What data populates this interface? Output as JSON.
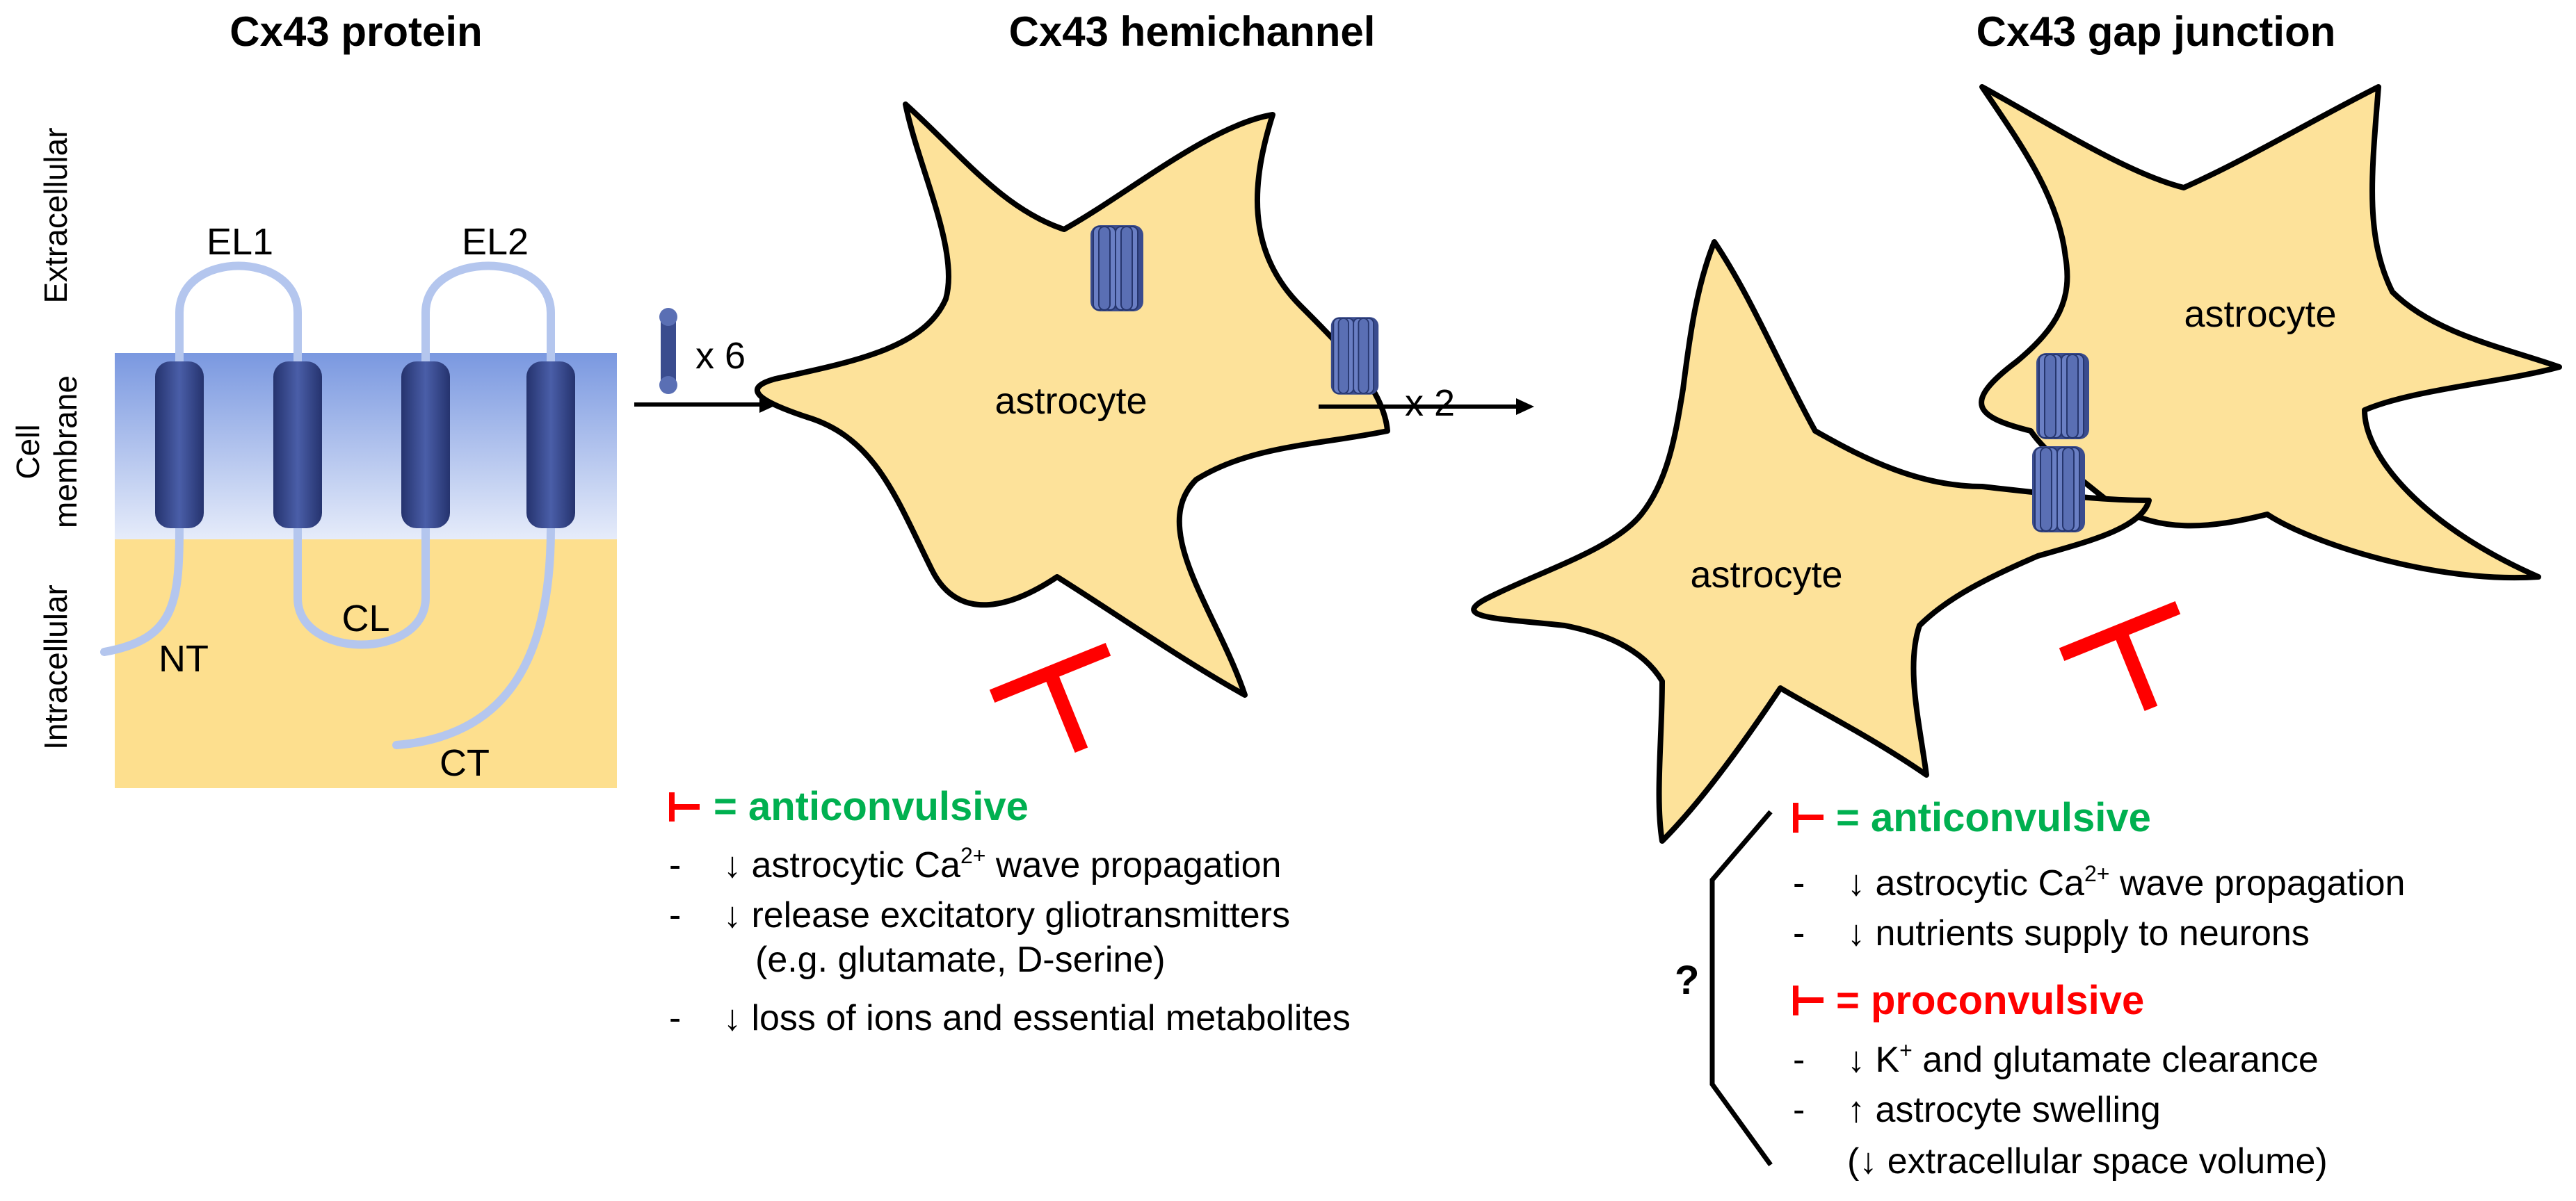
{
  "titles": {
    "protein": "Cx43 protein",
    "hemichannel": "Cx43 hemichannel",
    "gap_junction": "Cx43 gap junction"
  },
  "regions": {
    "extracellular": "Extracellular",
    "cell": "Cell",
    "membrane": "membrane",
    "intracellular": "Intracellular"
  },
  "protein_labels": {
    "el1": "EL1",
    "el2": "EL2",
    "cl": "CL",
    "nt": "NT",
    "ct": "CT"
  },
  "multipliers": {
    "six": "x 6",
    "two": "x 2"
  },
  "cells": {
    "hemi_astrocyte": "astrocyte",
    "gap_left_astrocyte": "astrocyte",
    "gap_right_astrocyte": "astrocyte"
  },
  "hemichannel_effects": {
    "heading": "= anticonvulsive",
    "bullet": "-",
    "item1_pre": "↓ astrocytic Ca",
    "item1_sup": "2+",
    "item1_post": " wave propagation",
    "item2": "↓ release excitatory gliotransmitters",
    "item2_cont": "(e.g. glutamate,  D-serine)",
    "item3": "↓ loss of ions and  essential metabolites"
  },
  "gap_junction_effects": {
    "question": "?",
    "anti_heading": "= anticonvulsive",
    "bullet": "-",
    "anti_item1_pre": "↓ astrocytic Ca",
    "anti_item1_sup": "2+",
    "anti_item1_post": " wave propagation",
    "anti_item2": "↓ nutrients supply to neurons",
    "pro_heading": "= proconvulsive",
    "pro_item1_pre": "↓ K",
    "pro_item1_sup": "+",
    "pro_item1_post": " and glutamate clearance",
    "pro_item2": "↑ astrocyte swelling",
    "pro_item2_cont": "(↓ extracellular  space volume)"
  },
  "colors": {
    "anticonvulsive": "#00b050",
    "proconvulsive": "#ff0000",
    "inhibitor": "#ff0000",
    "astrocyte_fill": "#fde29a",
    "connexin": "#3a4c8e",
    "loop": "#b4c6ee",
    "membrane_top": "#7a98e0",
    "intracellular": "#fddf8e"
  },
  "icons": {
    "inhibitor": "inhibitor-t-icon",
    "hemichannel": "connexon-icon",
    "subunit": "connexin-subunit-icon",
    "arrow": "right-arrow-icon"
  }
}
